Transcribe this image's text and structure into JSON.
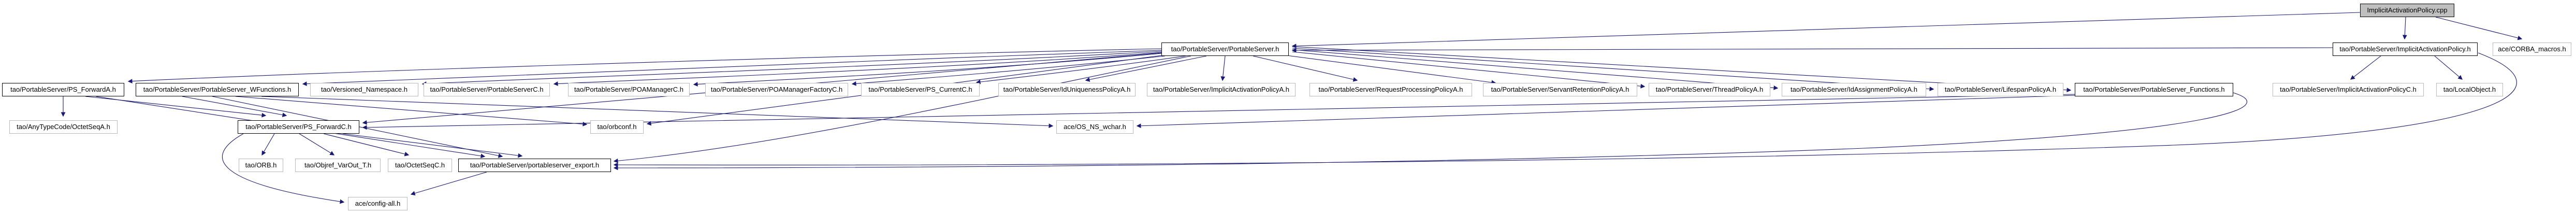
{
  "graph_title": "ImplicitActivationPolicy.cpp include dependency graph",
  "colors": {
    "edge": "#191970",
    "current_node_fill": "#bfbfbf",
    "documented_border": "#000000",
    "external_border": "#b9b9b9",
    "node_fill": "#ffffff",
    "background": "#ffffff",
    "text": "#000000"
  },
  "nodes": {
    "cpp": {
      "label": "ImplicitActivationPolicy.cpp",
      "type": "current"
    },
    "ps_h": {
      "label": "tao/PortableServer/PortableServer.h",
      "type": "documented"
    },
    "iap_h": {
      "label": "tao/PortableServer/ImplicitActivationPolicy.h",
      "type": "documented"
    },
    "corba_macros": {
      "label": "ace/CORBA_macros.h",
      "type": "external"
    },
    "ps_forwarda": {
      "label": "tao/PortableServer/PS_ForwardA.h",
      "type": "documented"
    },
    "wfunctions": {
      "label": "tao/PortableServer/PortableServer_WFunctions.h",
      "type": "documented"
    },
    "versioned_ns": {
      "label": "tao/Versioned_Namespace.h",
      "type": "external"
    },
    "pservrc": {
      "label": "tao/PortableServer/PortableServerC.h",
      "type": "external"
    },
    "poamgrc": {
      "label": "tao/PortableServer/POAManagerC.h",
      "type": "external"
    },
    "poamgrfacc": {
      "label": "tao/PortableServer/POAManagerFactoryC.h",
      "type": "external"
    },
    "ps_currentc": {
      "label": "tao/PortableServer/PS_CurrentC.h",
      "type": "external"
    },
    "iduniqa": {
      "label": "tao/PortableServer/IdUniquenessPolicyA.h",
      "type": "external"
    },
    "implacta": {
      "label": "tao/PortableServer/ImplicitActivationPolicyA.h",
      "type": "external"
    },
    "reqproca": {
      "label": "tao/PortableServer/RequestProcessingPolicyA.h",
      "type": "external"
    },
    "servreta": {
      "label": "tao/PortableServer/ServantRetentionPolicyA.h",
      "type": "external"
    },
    "threada": {
      "label": "tao/PortableServer/ThreadPolicyA.h",
      "type": "external"
    },
    "idassigna": {
      "label": "tao/PortableServer/IdAssignmentPolicyA.h",
      "type": "external"
    },
    "lifespana": {
      "label": "tao/PortableServer/LifespanPolicyA.h",
      "type": "external"
    },
    "ps_functions": {
      "label": "tao/PortableServer/PortableServer_Functions.h",
      "type": "documented"
    },
    "implactc": {
      "label": "tao/PortableServer/ImplicitActivationPolicyC.h",
      "type": "external"
    },
    "localobject": {
      "label": "tao/LocalObject.h",
      "type": "external"
    },
    "octetseqa": {
      "label": "tao/AnyTypeCode/OctetSeqA.h",
      "type": "external"
    },
    "ps_forwardc": {
      "label": "tao/PortableServer/PS_ForwardC.h",
      "type": "documented"
    },
    "orbconf": {
      "label": "tao/orbconf.h",
      "type": "external"
    },
    "os_ns_wchar": {
      "label": "ace/OS_NS_wchar.h",
      "type": "external"
    },
    "orb_h": {
      "label": "tao/ORB.h",
      "type": "external"
    },
    "objref": {
      "label": "tao/Objref_VarOut_T.h",
      "type": "external"
    },
    "octetseqc": {
      "label": "tao/OctetSeqC.h",
      "type": "external"
    },
    "ps_export": {
      "label": "tao/PortableServer/portableserver_export.h",
      "type": "documented"
    },
    "config_all": {
      "label": "ace/config-all.h",
      "type": "external"
    }
  },
  "edges": [
    {
      "from": "cpp",
      "to": "iap_h"
    },
    {
      "from": "cpp",
      "to": "corba_macros"
    },
    {
      "from": "cpp",
      "to": "ps_h"
    },
    {
      "from": "iap_h",
      "to": "ps_h"
    },
    {
      "from": "iap_h",
      "to": "implactc"
    },
    {
      "from": "iap_h",
      "to": "localobject"
    },
    {
      "from": "iap_h",
      "to": "ps_export"
    },
    {
      "from": "ps_h",
      "to": "ps_forwarda"
    },
    {
      "from": "ps_h",
      "to": "wfunctions"
    },
    {
      "from": "ps_h",
      "to": "versioned_ns"
    },
    {
      "from": "ps_h",
      "to": "pservrc"
    },
    {
      "from": "ps_h",
      "to": "poamgrc"
    },
    {
      "from": "ps_h",
      "to": "poamgrfacc"
    },
    {
      "from": "ps_h",
      "to": "ps_currentc"
    },
    {
      "from": "ps_h",
      "to": "iduniqa"
    },
    {
      "from": "ps_h",
      "to": "implacta"
    },
    {
      "from": "ps_h",
      "to": "reqproca"
    },
    {
      "from": "ps_h",
      "to": "servreta"
    },
    {
      "from": "ps_h",
      "to": "threada"
    },
    {
      "from": "ps_h",
      "to": "idassigna"
    },
    {
      "from": "ps_h",
      "to": "lifespana"
    },
    {
      "from": "ps_h",
      "to": "ps_functions"
    },
    {
      "from": "ps_h",
      "to": "ps_forwardc"
    },
    {
      "from": "ps_h",
      "to": "orbconf"
    },
    {
      "from": "ps_h",
      "to": "ps_export"
    },
    {
      "from": "ps_forwarda",
      "to": "octetseqa"
    },
    {
      "from": "ps_forwarda",
      "to": "ps_forwardc"
    },
    {
      "from": "ps_forwarda",
      "to": "ps_export"
    },
    {
      "from": "wfunctions",
      "to": "ps_forwardc"
    },
    {
      "from": "wfunctions",
      "to": "orbconf"
    },
    {
      "from": "wfunctions",
      "to": "os_ns_wchar"
    },
    {
      "from": "wfunctions",
      "to": "ps_export"
    },
    {
      "from": "ps_functions",
      "to": "ps_forwardc"
    },
    {
      "from": "ps_functions",
      "to": "os_ns_wchar"
    },
    {
      "from": "ps_functions",
      "to": "ps_export"
    },
    {
      "from": "ps_forwardc",
      "to": "orb_h"
    },
    {
      "from": "ps_forwardc",
      "to": "objref"
    },
    {
      "from": "ps_forwardc",
      "to": "octetseqc"
    },
    {
      "from": "ps_forwardc",
      "to": "ps_export"
    },
    {
      "from": "ps_forwardc",
      "to": "config_all"
    },
    {
      "from": "ps_export",
      "to": "config_all"
    }
  ]
}
